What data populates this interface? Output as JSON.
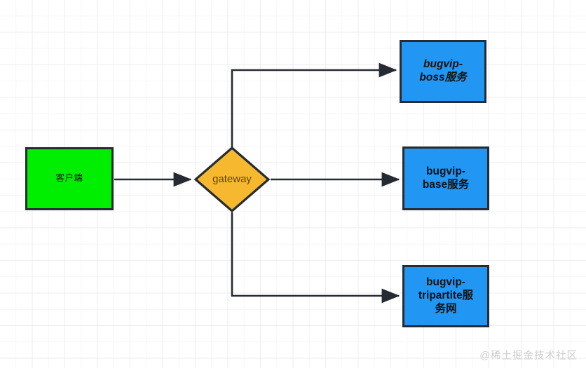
{
  "diagram": {
    "background_color": "#ffffff",
    "grid_minor_color": "#f6f6f6",
    "grid_major_color": "#eeeeee",
    "stroke_color": "#262b33",
    "nodes": {
      "client": {
        "label": "客户端",
        "shape": "rectangle",
        "fill": "#00ef00",
        "border": "#262b33"
      },
      "gateway": {
        "label": "gateway",
        "shape": "diamond",
        "fill": "#f5b82e",
        "border": "#262b33"
      },
      "service_boss": {
        "label": "bugvip-boss服务",
        "line1": "bugvip-",
        "line2": "boss服务",
        "shape": "rectangle",
        "fill": "#2196f3",
        "border": "#262b33",
        "style": "bold-italic"
      },
      "service_base": {
        "label": "bugvip-base服务",
        "line1": "bugvip-",
        "line2": "base服务",
        "shape": "rectangle",
        "fill": "#2196f3",
        "border": "#262b33",
        "style": "bold"
      },
      "service_tripartite": {
        "label": "bugvip-tripartite服务网",
        "line1": "bugvip-",
        "line2": "tripartite服",
        "line3": "务网",
        "shape": "rectangle",
        "fill": "#2196f3",
        "border": "#262b33",
        "style": "bold"
      }
    },
    "edges": [
      {
        "from": "client",
        "to": "gateway",
        "label": "",
        "routing": "straight"
      },
      {
        "from": "gateway",
        "to": "service_boss",
        "label": "",
        "routing": "orthogonal-up"
      },
      {
        "from": "gateway",
        "to": "service_base",
        "label": "",
        "routing": "straight"
      },
      {
        "from": "gateway",
        "to": "service_tripartite",
        "label": "",
        "routing": "orthogonal-down"
      }
    ]
  },
  "watermark": {
    "text": "@稀土掘金技术社区"
  }
}
